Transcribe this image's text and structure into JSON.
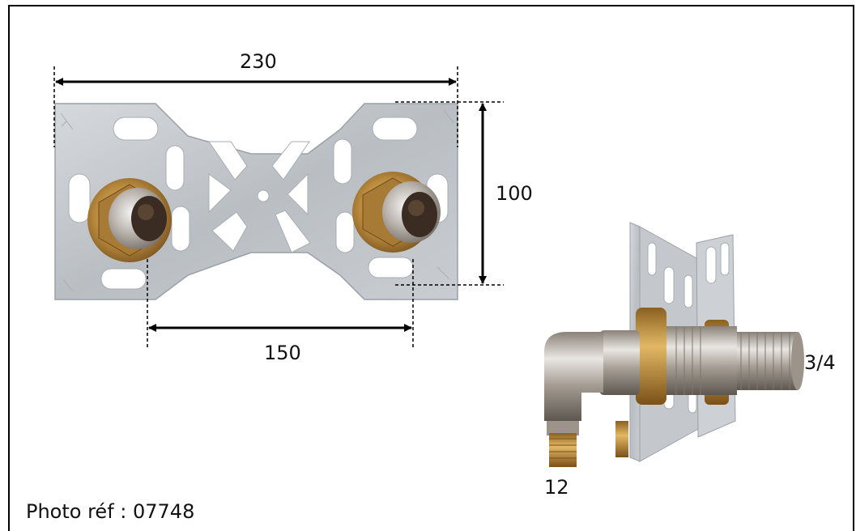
{
  "dimensions": {
    "width_label": "230",
    "height_label": "100",
    "spacing_label": "150",
    "thread_label": "3/4",
    "tube_label": "12"
  },
  "caption": "Photo réf : 07748"
}
